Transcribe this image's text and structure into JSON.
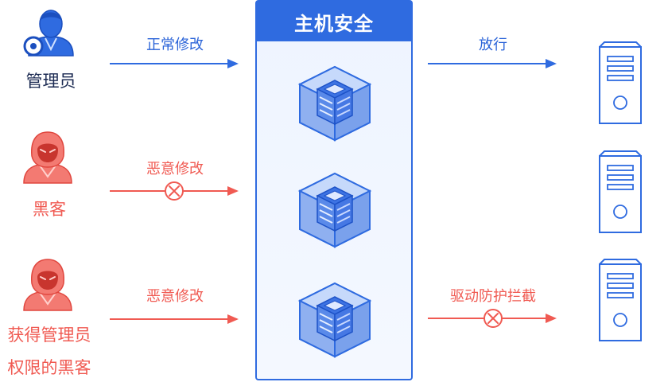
{
  "panel": {
    "title": "主机安全"
  },
  "actors": [
    {
      "label": "管理员"
    },
    {
      "label": "黑客"
    },
    {
      "label_line1": "获得管理员",
      "label_line2": "权限的黑客"
    }
  ],
  "arrows": {
    "row1_in": "正常修改",
    "row1_out": "放行",
    "row2_in": "恶意修改",
    "row3_in": "恶意修改",
    "row3_out": "驱动防护拦截"
  },
  "colors": {
    "blue": "#2f6be0",
    "red": "#f05a52",
    "navy": "#1b2a52"
  },
  "icons": [
    "admin-person-icon",
    "hacker-icon",
    "server-cube-icon",
    "server-tower-icon",
    "block-circle-icon"
  ]
}
